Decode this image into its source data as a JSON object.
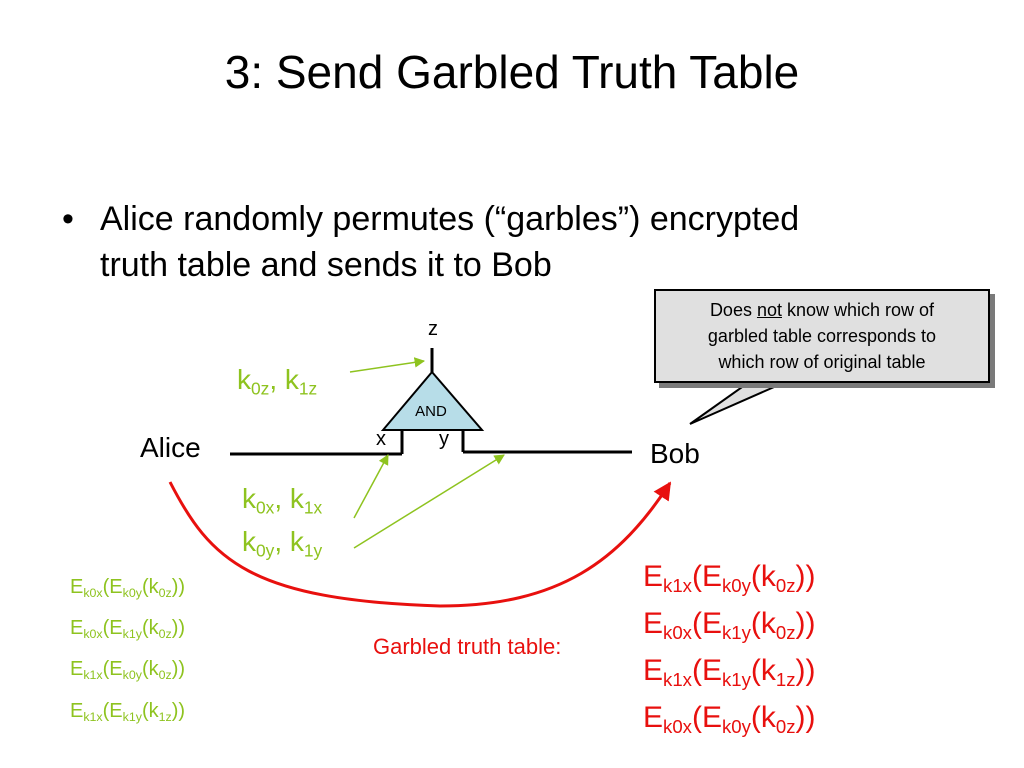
{
  "slide": {
    "title": "3: Send Garbled Truth Table",
    "bullet_symbol": "•",
    "bullet_line1": "Alice randomly permutes (“garbles”) encrypted",
    "bullet_line2": "truth table and sends it to Bob"
  },
  "callout": {
    "pre": "Does ",
    "emph": "not",
    "post": " know which row of",
    "line2": "garbled table corresponds to",
    "line3": "which row of original table"
  },
  "diagram": {
    "alice": "Alice",
    "bob": "Bob",
    "gate": "AND",
    "wire_z": "z",
    "wire_x": "x",
    "wire_y": "y",
    "keys": {
      "z": [
        {
          "b": "k",
          "s": "0z"
        },
        {
          "t": ", "
        },
        {
          "b": "k",
          "s": "1z"
        }
      ],
      "x": [
        {
          "b": "k",
          "s": "0x"
        },
        {
          "t": ", "
        },
        {
          "b": "k",
          "s": "1x"
        }
      ],
      "y": [
        {
          "b": "k",
          "s": "0y"
        },
        {
          "t": ", "
        },
        {
          "b": "k",
          "s": "1y"
        }
      ]
    }
  },
  "original_table": [
    [
      {
        "b": "E",
        "s": "k0x"
      },
      {
        "t": "(E"
      },
      {
        "s": "k0y"
      },
      {
        "t": "(k"
      },
      {
        "s": "0z"
      },
      {
        "t": "))"
      }
    ],
    [
      {
        "b": "E",
        "s": "k0x"
      },
      {
        "t": "(E"
      },
      {
        "s": "k1y"
      },
      {
        "t": "(k"
      },
      {
        "s": "0z"
      },
      {
        "t": "))"
      }
    ],
    [
      {
        "b": "E",
        "s": "k1x"
      },
      {
        "t": "(E"
      },
      {
        "s": "k0y"
      },
      {
        "t": "(k"
      },
      {
        "s": "0z"
      },
      {
        "t": "))"
      }
    ],
    [
      {
        "b": "E",
        "s": "k1x"
      },
      {
        "t": "(E"
      },
      {
        "s": "k1y"
      },
      {
        "t": "(k"
      },
      {
        "s": "1z"
      },
      {
        "t": "))"
      }
    ]
  ],
  "garbled_label": "Garbled truth table:",
  "garbled_table": [
    [
      {
        "b": "E",
        "s": "k1x"
      },
      {
        "t": "(E"
      },
      {
        "s": "k0y"
      },
      {
        "t": "(k"
      },
      {
        "s": "0z"
      },
      {
        "t": "))"
      }
    ],
    [
      {
        "b": "E",
        "s": "k0x"
      },
      {
        "t": "(E"
      },
      {
        "s": "k1y"
      },
      {
        "t": "(k"
      },
      {
        "s": "0z"
      },
      {
        "t": "))"
      }
    ],
    [
      {
        "b": "E",
        "s": "k1x"
      },
      {
        "t": "(E"
      },
      {
        "s": "k1y"
      },
      {
        "t": "(k"
      },
      {
        "s": "1z"
      },
      {
        "t": "))"
      }
    ],
    [
      {
        "b": "E",
        "s": "k0x"
      },
      {
        "t": "(E"
      },
      {
        "s": "k0y"
      },
      {
        "t": "(k"
      },
      {
        "s": "0z"
      },
      {
        "t": "))"
      }
    ]
  ],
  "colors": {
    "key_green": "#8ec31f",
    "encrypted_red": "#e8100e",
    "gate_fill": "#b7dde8",
    "callout_fill": "#e0e0e0"
  }
}
